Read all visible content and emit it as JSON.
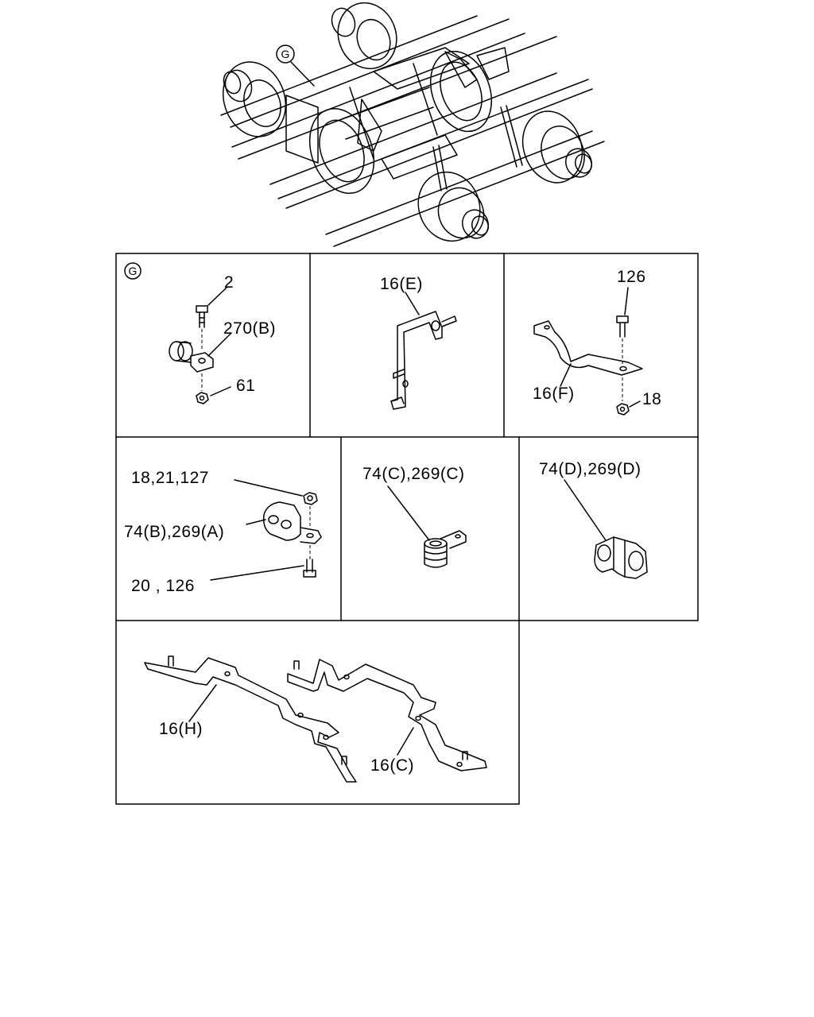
{
  "overview": {
    "callout": "G"
  },
  "panels": {
    "g": {
      "tag": "G",
      "labels": [
        "2",
        "270(B)",
        "61"
      ]
    },
    "e": {
      "labels": [
        "16(E)"
      ]
    },
    "f": {
      "labels": [
        "126",
        "16(F)",
        "18"
      ]
    },
    "ab": {
      "labels": [
        "18,21,127",
        "74(B),269(A)",
        "20 , 126"
      ]
    },
    "c": {
      "labels": [
        "74(C),269(C)"
      ]
    },
    "d": {
      "labels": [
        "74(D),269(D)"
      ]
    },
    "hc": {
      "labels": [
        "16(H)",
        "16(C)"
      ]
    }
  }
}
